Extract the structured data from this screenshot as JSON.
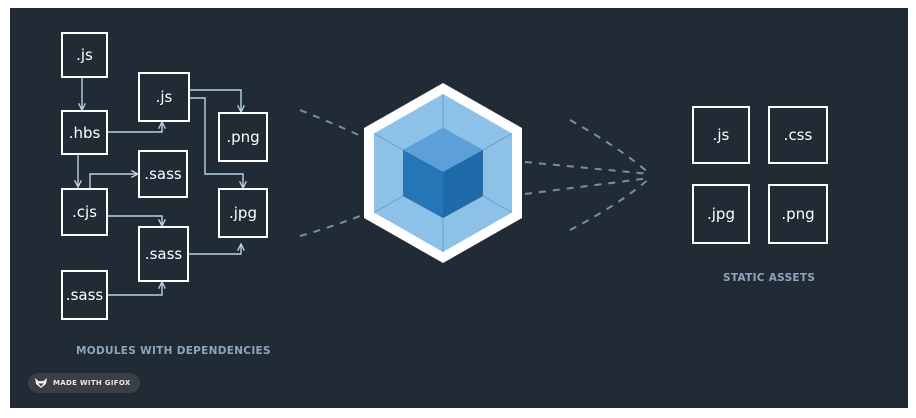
{
  "modules": {
    "boxes": [
      ".js",
      ".hbs",
      ".js",
      ".png",
      ".sass",
      ".cjs",
      ".jpg",
      ".sass",
      ".sass"
    ],
    "caption": "MODULES WITH DEPENDENCIES"
  },
  "assets": {
    "boxes": [
      ".js",
      ".css",
      ".jpg",
      ".png"
    ],
    "caption": "STATIC ASSETS"
  },
  "badge": {
    "text": "MADE WITH GIFOX",
    "icon": "fox-icon"
  },
  "colors": {
    "background": "#212b35",
    "box_border": "#ffffff",
    "connector": "#b9d3e6",
    "cube_outer": "#8ec1e8",
    "cube_inner": "#1c78c0",
    "caption": "#8ea4bb"
  }
}
